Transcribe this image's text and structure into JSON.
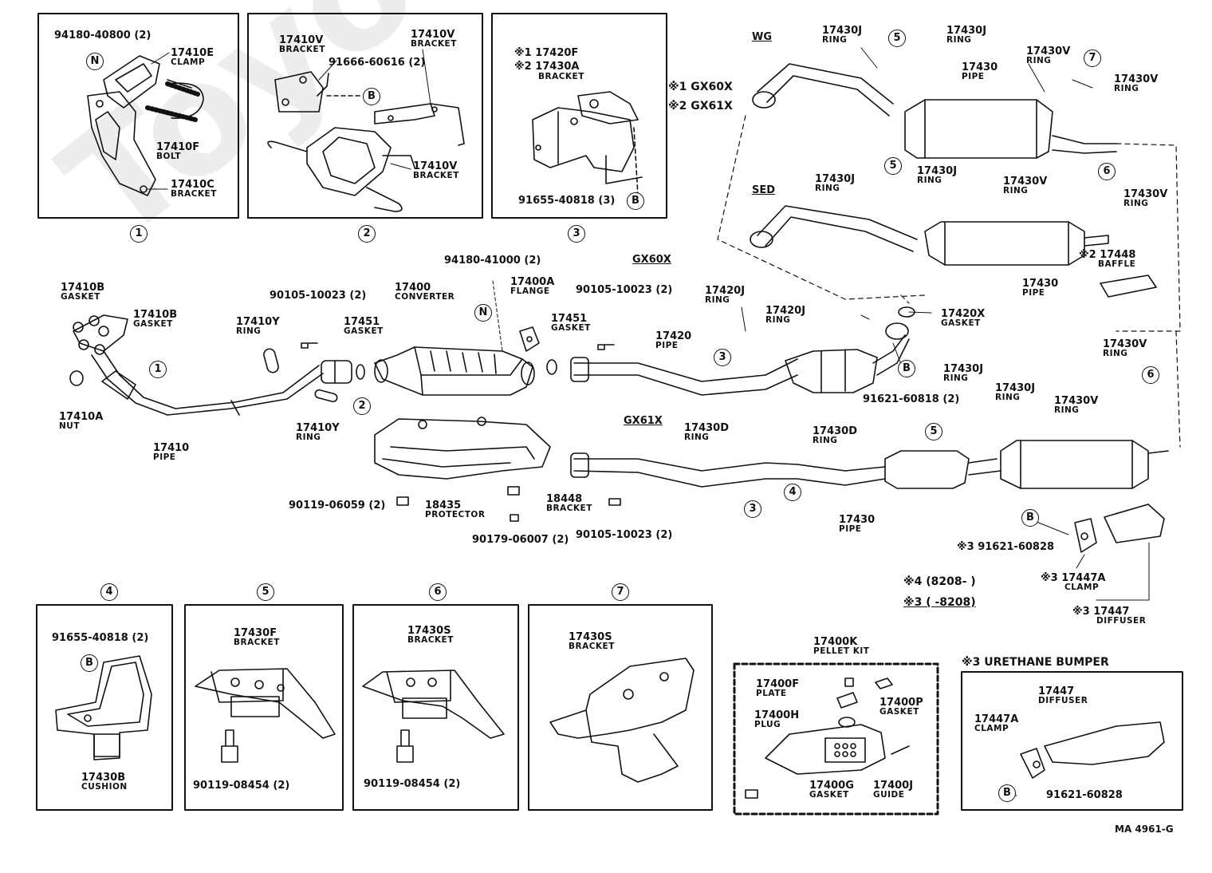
{
  "watermark": "ToyotaCamry.ru",
  "panels_top": [
    {
      "num": "1"
    },
    {
      "num": "2"
    },
    {
      "num": "3"
    }
  ],
  "panels_bottom": [
    {
      "num": "4"
    },
    {
      "num": "5"
    },
    {
      "num": "6"
    },
    {
      "num": "7"
    }
  ],
  "variant_labels": {
    "wg": "WG",
    "sed": "SED",
    "gx60x": "GX60X",
    "gx61x": "GX61X",
    "note1": "※1 GX60X",
    "note2": "※2 GX61X"
  },
  "date_notes": {
    "n4": "※4 (8208-      )",
    "n3": "※3 (      -8208)"
  },
  "urethane_title": "※3 URETHANE BUMPER",
  "footer_code": "MA 4961-G",
  "parts": {
    "p1_bolt_n": "94180-40800 (2)",
    "p1_clamp": [
      "17410E",
      "CLAMP"
    ],
    "p1_bolt": [
      "17410F",
      "BOLT"
    ],
    "p1_bracket": [
      "17410C",
      "BRACKET"
    ],
    "p2_bracket_a": [
      "17410V",
      "BRACKET"
    ],
    "p2_bracket_b": [
      "17410V",
      "BRACKET"
    ],
    "p2_bracket_c": [
      "17410V",
      "BRACKET"
    ],
    "p2_bolt": "91666-60616 (2)",
    "p3_l1": "※1 17420F",
    "p3_l2": "※2 17430A",
    "p3_desc": "BRACKET",
    "p3_bolt": "91655-40818 (3)",
    "m_gasket_a": [
      "17410B",
      "GASKET"
    ],
    "m_gasket_b": [
      "17410B",
      "GASKET"
    ],
    "m_nut": [
      "17410A",
      "NUT"
    ],
    "m_pipe_front": [
      "17410",
      "PIPE"
    ],
    "m_ring_y1": [
      "17410Y",
      "RING"
    ],
    "m_ring_y2": [
      "17410Y",
      "RING"
    ],
    "m_bolt_1": "90105-10023 (2)",
    "m_gasket_451": [
      "17451",
      "GASKET"
    ],
    "m_converter": [
      "17400",
      "CONVERTER"
    ],
    "m_bolt_n2": "94180-41000 (2)",
    "m_flange": [
      "17400A",
      "FLANGE"
    ],
    "m_bolt_2": "90105-10023 (2)",
    "m_gasket_451b": [
      "17451",
      "GASKET"
    ],
    "m_protector": [
      "18435",
      "PROTECTOR"
    ],
    "m_bolt_3": "90119-06059 (2)",
    "m_bracket_448": [
      "18448",
      "BRACKET"
    ],
    "m_bolt_4": "90179-06007 (2)",
    "m_bolt_5": "90105-10023 (2)",
    "g60_pipe": [
      "17420",
      "PIPE"
    ],
    "g60_ring_j1": [
      "17420J",
      "RING"
    ],
    "g60_ring_j2": [
      "17420J",
      "RING"
    ],
    "g60_gasket_x": [
      "17420X",
      "GASKET"
    ],
    "g60_bolt": "91621-60818 (2)",
    "g61_ring_d1": [
      "17430D",
      "RING"
    ],
    "g61_ring_d2": [
      "17430D",
      "RING"
    ],
    "g61_pipe": [
      "17430",
      "PIPE"
    ],
    "r_ring_j1": [
      "17430J",
      "RING"
    ],
    "r_ring_j2": [
      "17430J",
      "RING"
    ],
    "r_ring_v1": [
      "17430V",
      "RING"
    ],
    "r_ring_v2": [
      "17430V",
      "RING"
    ],
    "wg_ring_j1": [
      "17430J",
      "RING"
    ],
    "wg_ring_j2": [
      "17430J",
      "RING"
    ],
    "wg_pipe": [
      "17430",
      "PIPE"
    ],
    "wg_ring_v1": [
      "17430V",
      "RING"
    ],
    "wg_ring_v2": [
      "17430V",
      "RING"
    ],
    "sed_ring_j1": [
      "17430J",
      "RING"
    ],
    "sed_ring_j2": [
      "17430J",
      "RING"
    ],
    "sed_ring_v1": [
      "17430V",
      "RING"
    ],
    "sed_ring_v2": [
      "17430V",
      "RING"
    ],
    "sed_baffle": [
      "※2 17448",
      "BAFFLE"
    ],
    "sed_pipe": [
      "17430",
      "PIPE"
    ],
    "diff_bolt": "※3 91621-60828",
    "diff_clamp": [
      "※3 17447A",
      "CLAMP"
    ],
    "diff_diffuser": [
      "※3 17447",
      "DIFFUSER"
    ],
    "b4_bolt": "91655-40818 (2)",
    "b4_cushion": [
      "17430B",
      "CUSHION"
    ],
    "b5_bracket": [
      "17430F",
      "BRACKET"
    ],
    "b5_bolt": "90119-08454 (2)",
    "b6_bracket": [
      "17430S",
      "BRACKET"
    ],
    "b6_bolt": "90119-08454 (2)",
    "b7_bracket": [
      "17430S",
      "BRACKET"
    ],
    "pk_kit": [
      "17400K",
      "PELLET KIT"
    ],
    "pk_plate": [
      "17400F",
      "PLATE"
    ],
    "pk_plug": [
      "17400H",
      "PLUG"
    ],
    "pk_gasket_p": [
      "17400P",
      "GASKET"
    ],
    "pk_gasket_g": [
      "17400G",
      "GASKET"
    ],
    "pk_guide": [
      "17400J",
      "GUIDE"
    ],
    "ub_diffuser": [
      "17447",
      "DIFFUSER"
    ],
    "ub_clamp": [
      "17447A",
      "CLAMP"
    ],
    "ub_bolt": "91621-60828"
  },
  "ref_markers": {
    "n": "N",
    "b": "B",
    "c1": "1",
    "c2": "2",
    "c3": "3",
    "c4": "4",
    "c5": "5",
    "c6": "6",
    "c7": "7"
  }
}
